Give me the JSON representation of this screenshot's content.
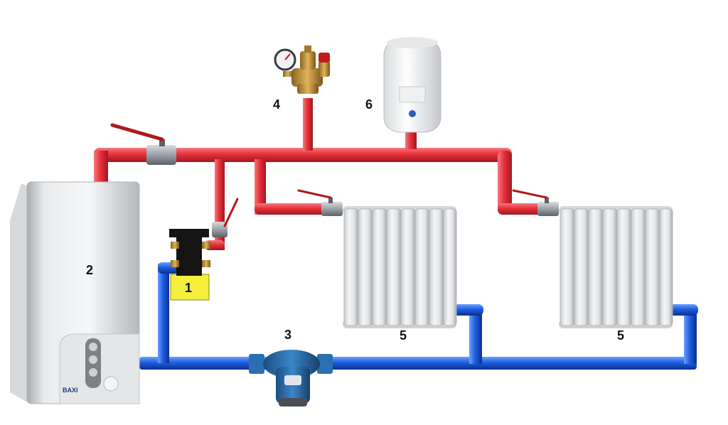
{
  "labels": {
    "separator": "1",
    "boiler": "2",
    "pump": "3",
    "safety_group": "4",
    "radiator_left": "5",
    "radiator_right": "5",
    "expansion_tank": "6"
  },
  "boiler_brand": "BAXI",
  "colors": {
    "supply_pipe": "#e8303a",
    "return_pipe": "#1f5fe0",
    "valve_handle": "#b01818",
    "pump_body": "#2a6fb0",
    "separator_yellow": "#f4ef3a"
  },
  "icons": [
    "ball-valve-icon",
    "pressure-gauge-icon",
    "air-vent-icon"
  ]
}
